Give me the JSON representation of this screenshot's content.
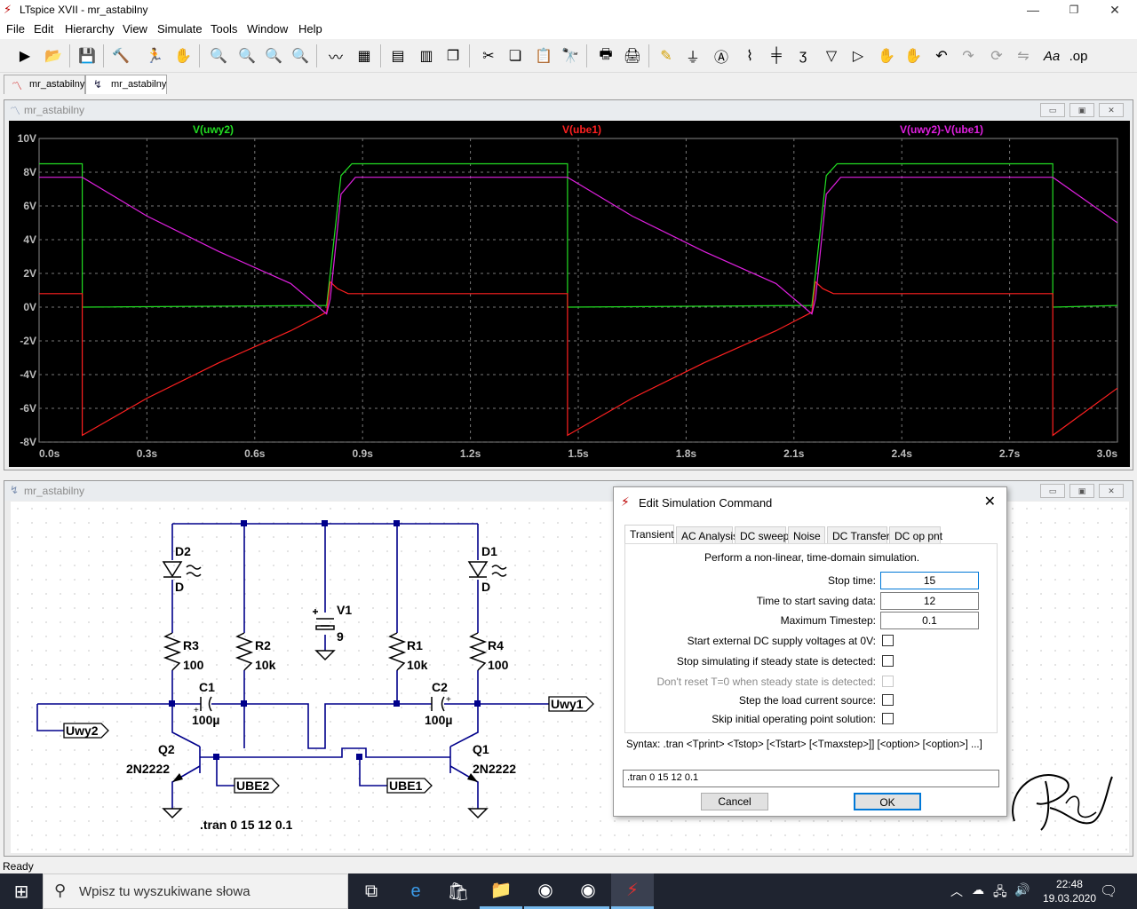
{
  "window": {
    "title": "LTspice XVII - mr_astabilny",
    "minimize": "—",
    "maximize": "❐",
    "close": "✕"
  },
  "menu": [
    "File",
    "Edit",
    "Hierarchy",
    "View",
    "Simulate",
    "Tools",
    "Window",
    "Help"
  ],
  "doc_tabs": [
    {
      "label": "mr_astabilny",
      "icon": "waveform-icon"
    },
    {
      "label": "mr_astabilny",
      "icon": "schematic-icon"
    }
  ],
  "plot_window": {
    "title": "mr_astabilny",
    "traces": [
      {
        "name": "V(uwy2)",
        "color": "#22dd22"
      },
      {
        "name": "V(ube1)",
        "color": "#ff2020"
      },
      {
        "name": "V(uwy2)-V(ube1)",
        "color": "#e020e0"
      }
    ],
    "y_ticks": [
      "10V",
      "8V",
      "6V",
      "4V",
      "2V",
      "0V",
      "-2V",
      "-4V",
      "-6V",
      "-8V"
    ],
    "x_ticks": [
      "0.0s",
      "0.3s",
      "0.6s",
      "0.9s",
      "1.2s",
      "1.5s",
      "1.8s",
      "2.1s",
      "2.4s",
      "2.7s",
      "3.0s"
    ]
  },
  "chart_data": {
    "type": "line",
    "xlabel": "",
    "ylabel": "",
    "xlim": [
      0,
      3.0
    ],
    "ylim": [
      -8,
      10
    ],
    "grid": true,
    "legend": "top",
    "x_ticks": [
      "0.0s",
      "0.3s",
      "0.6s",
      "0.9s",
      "1.2s",
      "1.5s",
      "1.8s",
      "2.1s",
      "2.4s",
      "2.7s",
      "3.0s"
    ],
    "y_ticks": [
      "10V",
      "8V",
      "6V",
      "4V",
      "2V",
      "0V",
      "-2V",
      "-4V",
      "-6V",
      "-8V"
    ],
    "series": [
      {
        "name": "V(uwy2)",
        "color": "#22dd22",
        "x": [
          0,
          0.12,
          0.12,
          0.8,
          0.81,
          0.84,
          0.87,
          1.47,
          1.47,
          2.15,
          2.16,
          2.19,
          2.22,
          2.82,
          2.82,
          3.0
        ],
        "y": [
          8.5,
          8.5,
          0.0,
          0.1,
          2.0,
          7.8,
          8.5,
          8.5,
          0.0,
          0.1,
          2.0,
          7.8,
          8.5,
          8.5,
          0.0,
          0.1
        ]
      },
      {
        "name": "V(ube1)",
        "color": "#ff2020",
        "x": [
          0,
          0.12,
          0.12,
          0.3,
          0.5,
          0.7,
          0.8,
          0.81,
          0.83,
          0.86,
          1.47,
          1.47,
          1.65,
          1.85,
          2.05,
          2.15,
          2.16,
          2.18,
          2.21,
          2.82,
          2.82,
          3.0
        ],
        "y": [
          0.8,
          0.8,
          -7.6,
          -5.4,
          -3.3,
          -1.4,
          -0.3,
          1.5,
          1.1,
          0.8,
          0.8,
          -7.6,
          -5.4,
          -3.3,
          -1.4,
          -0.3,
          1.5,
          1.1,
          0.8,
          0.8,
          -7.6,
          -4.8
        ]
      },
      {
        "name": "V(uwy2)-V(ube1)",
        "color": "#e020e0",
        "x": [
          0,
          0.12,
          0.3,
          0.5,
          0.7,
          0.8,
          0.81,
          0.84,
          0.88,
          1.47,
          1.65,
          1.85,
          2.05,
          2.15,
          2.16,
          2.19,
          2.23,
          2.82,
          3.0
        ],
        "y": [
          7.7,
          7.7,
          5.4,
          3.3,
          1.4,
          -0.4,
          0.5,
          6.7,
          7.7,
          7.7,
          5.4,
          3.3,
          1.4,
          -0.4,
          0.5,
          6.7,
          7.7,
          7.7,
          5.0
        ]
      }
    ]
  },
  "schematic_window": {
    "title": "mr_astabilny",
    "components": {
      "D2": "D2",
      "D2_val": "D",
      "D1": "D1",
      "D1_val": "D",
      "V1": "V1",
      "V1_val": "9",
      "R3": "R3",
      "R3_val": "100",
      "R2": "R2",
      "R2_val": "10k",
      "R1": "R1",
      "R1_val": "10k",
      "R4": "R4",
      "R4_val": "100",
      "C1": "C1",
      "C1_val": "100µ",
      "C2": "C2",
      "C2_val": "100µ",
      "Q2": "Q2",
      "Q2_val": "2N2222",
      "Q1": "Q1",
      "Q1_val": "2N2222",
      "Uwy1": "Uwy1",
      "Uwy2": "Uwy2",
      "UBE1": "UBE1",
      "UBE2": "UBE2",
      "directive": ".tran 0 15 12 0.1"
    }
  },
  "dialog": {
    "title": "Edit Simulation Command",
    "tabs": [
      "Transient",
      "AC Analysis",
      "DC sweep",
      "Noise",
      "DC Transfer",
      "DC op pnt"
    ],
    "description": "Perform a non-linear, time-domain simulation.",
    "fields": [
      {
        "label": "Stop time:",
        "value": "15"
      },
      {
        "label": "Time to start saving data:",
        "value": "12"
      },
      {
        "label": "Maximum Timestep:",
        "value": "0.1"
      }
    ],
    "checks": [
      {
        "label": "Start external DC supply voltages at 0V:",
        "disabled": false
      },
      {
        "label": "Stop simulating if steady state is detected:",
        "disabled": false
      },
      {
        "label": "Don't reset T=0 when steady state is detected:",
        "disabled": true
      },
      {
        "label": "Step the load current source:",
        "disabled": false
      },
      {
        "label": "Skip initial operating point solution:",
        "disabled": false
      }
    ],
    "syntax": "Syntax:  .tran <Tprint> <Tstop> [<Tstart> [<Tmaxstep>]] [<option> [<option>] ...]",
    "command": ".tran 0 15 12 0.1",
    "cancel": "Cancel",
    "ok": "OK"
  },
  "status": "Ready",
  "taskbar": {
    "search_placeholder": "Wpisz tu wyszukiwane słowa",
    "time": "22:48",
    "date": "19.03.2020"
  }
}
